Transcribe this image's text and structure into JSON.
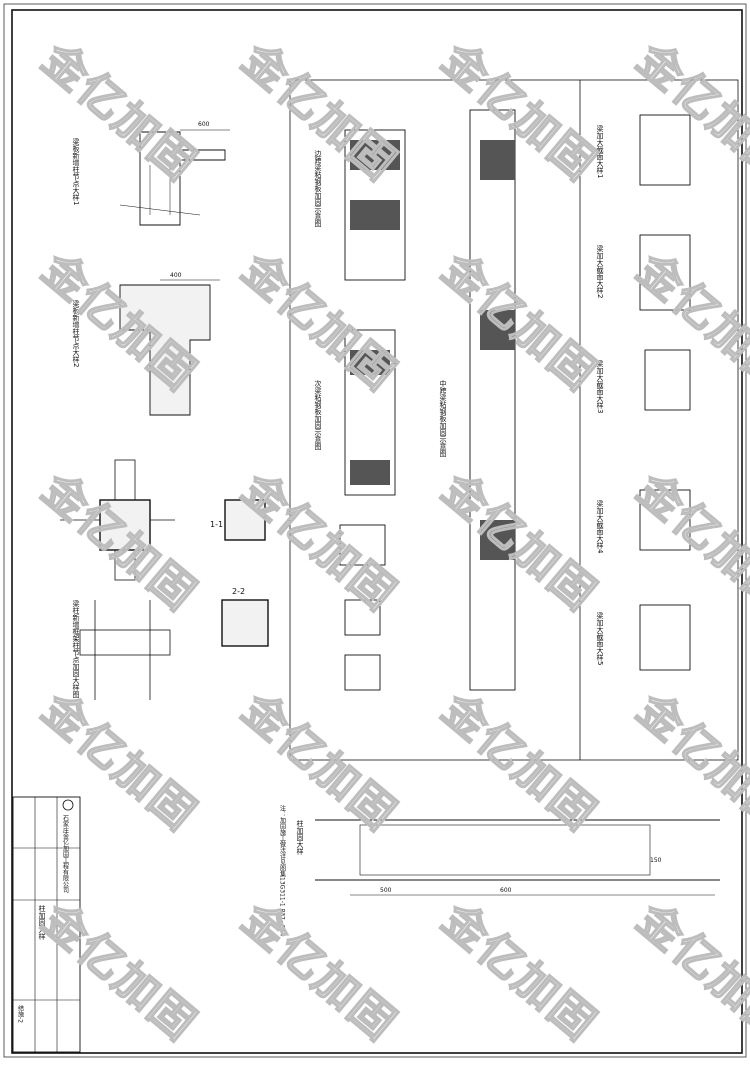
{
  "watermark": {
    "text": "金亿加固"
  },
  "title_block": {
    "company": "石家庄金亿加固工程有限公司",
    "drawing_name": "柱加固大样",
    "drawing_no": "结施-2"
  },
  "details": {
    "left_top_title": "梁板新增柱节点大样1",
    "left_mid_title": "梁板新增柱节点大样2",
    "left_bottom_title": "梁柱新增框架柱节点加固大样图",
    "section_1_1": "1-1",
    "section_2_2": "2-2",
    "center_left_title": "边跨梁粘钢板加固示意图",
    "center_left_title_2": "次梁粘钢板加固示意图",
    "center_right_title": "中跨梁粘钢板加固示意图",
    "right_titles": [
      "梁加大截面大样1",
      "梁加大截面大样2",
      "梁加大截面大样3",
      "梁加大截面大样4",
      "梁加大截面大样5"
    ],
    "bottom_title": "柱加固大样",
    "bottom_note": "注：加固施工做法详见图集13G311-1 P37~P54",
    "dimensions": [
      "600",
      "400",
      "500",
      "150"
    ]
  }
}
